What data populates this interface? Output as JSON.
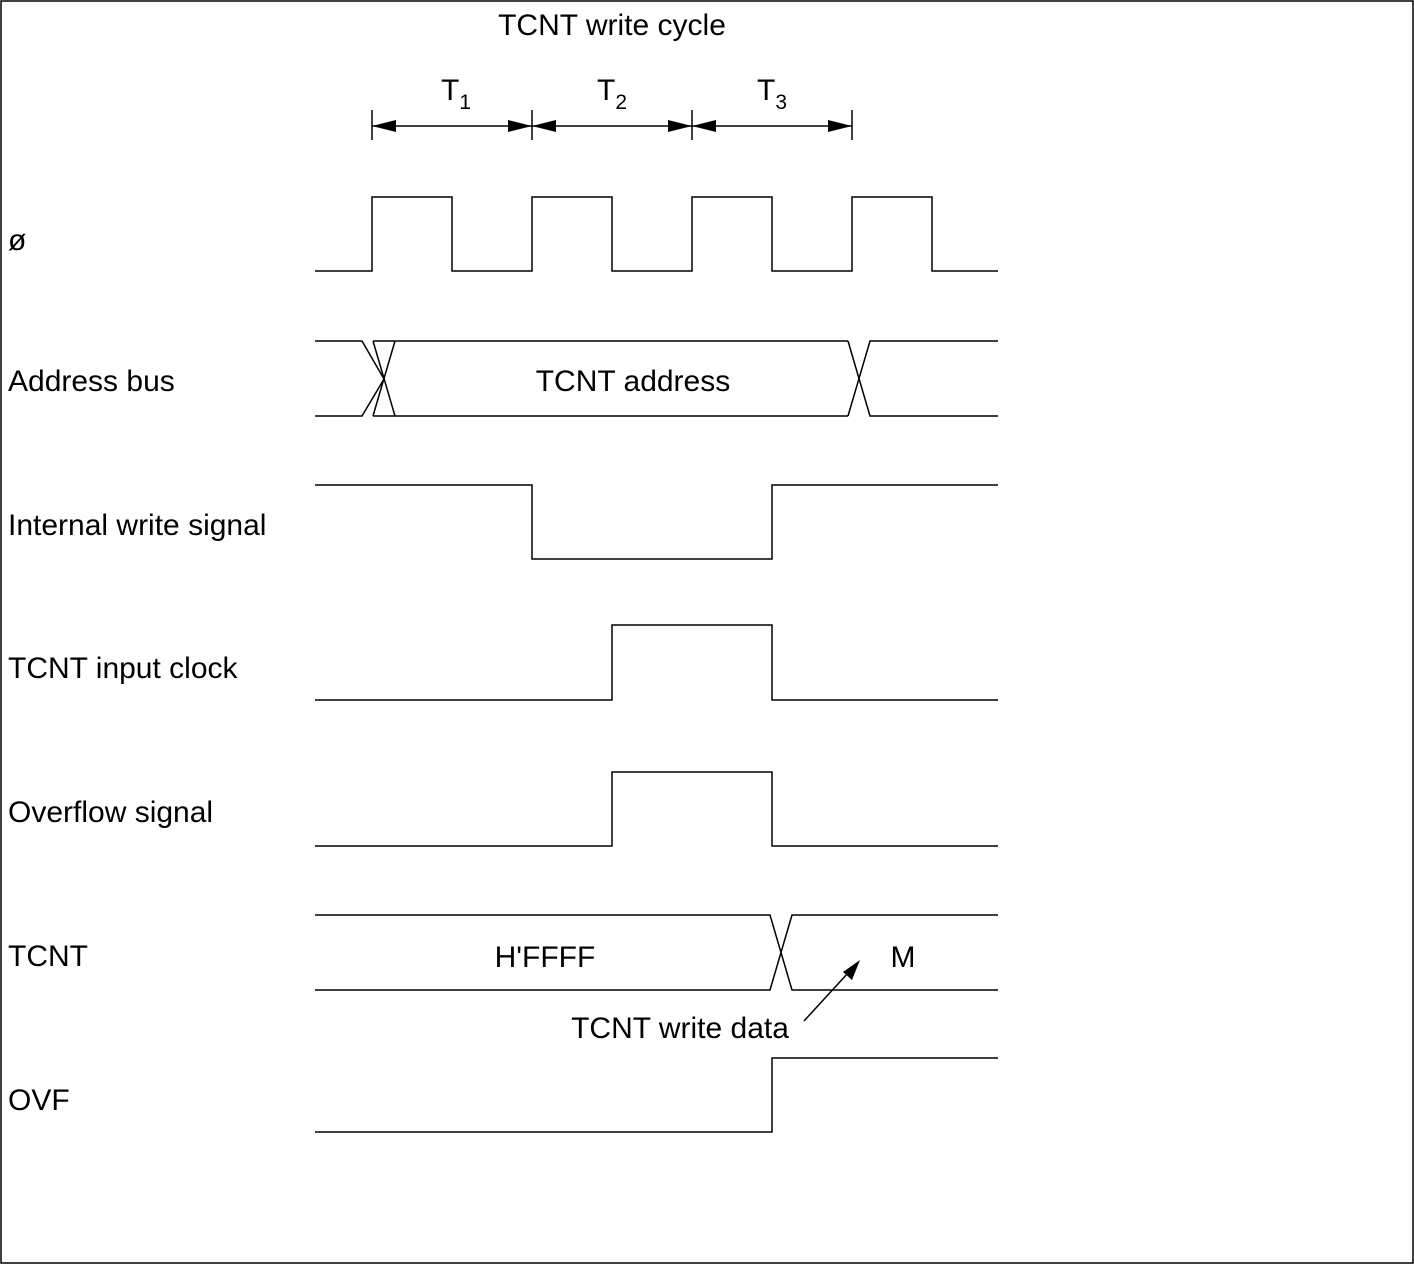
{
  "title": "TCNT write cycle",
  "periods": [
    {
      "letter": "T",
      "sub": "1"
    },
    {
      "letter": "T",
      "sub": "2"
    },
    {
      "letter": "T",
      "sub": "3"
    }
  ],
  "signals": {
    "phi": "ø",
    "address_bus": "Address bus",
    "internal_write": "Internal write signal",
    "tcnt_input_clock": "TCNT input clock",
    "overflow_signal": "Overflow signal",
    "tcnt": "TCNT",
    "ovf": "OVF"
  },
  "values": {
    "address": "TCNT address",
    "tcnt_before": "H'FFFF",
    "tcnt_after": "M"
  },
  "annotation": "TCNT write data"
}
